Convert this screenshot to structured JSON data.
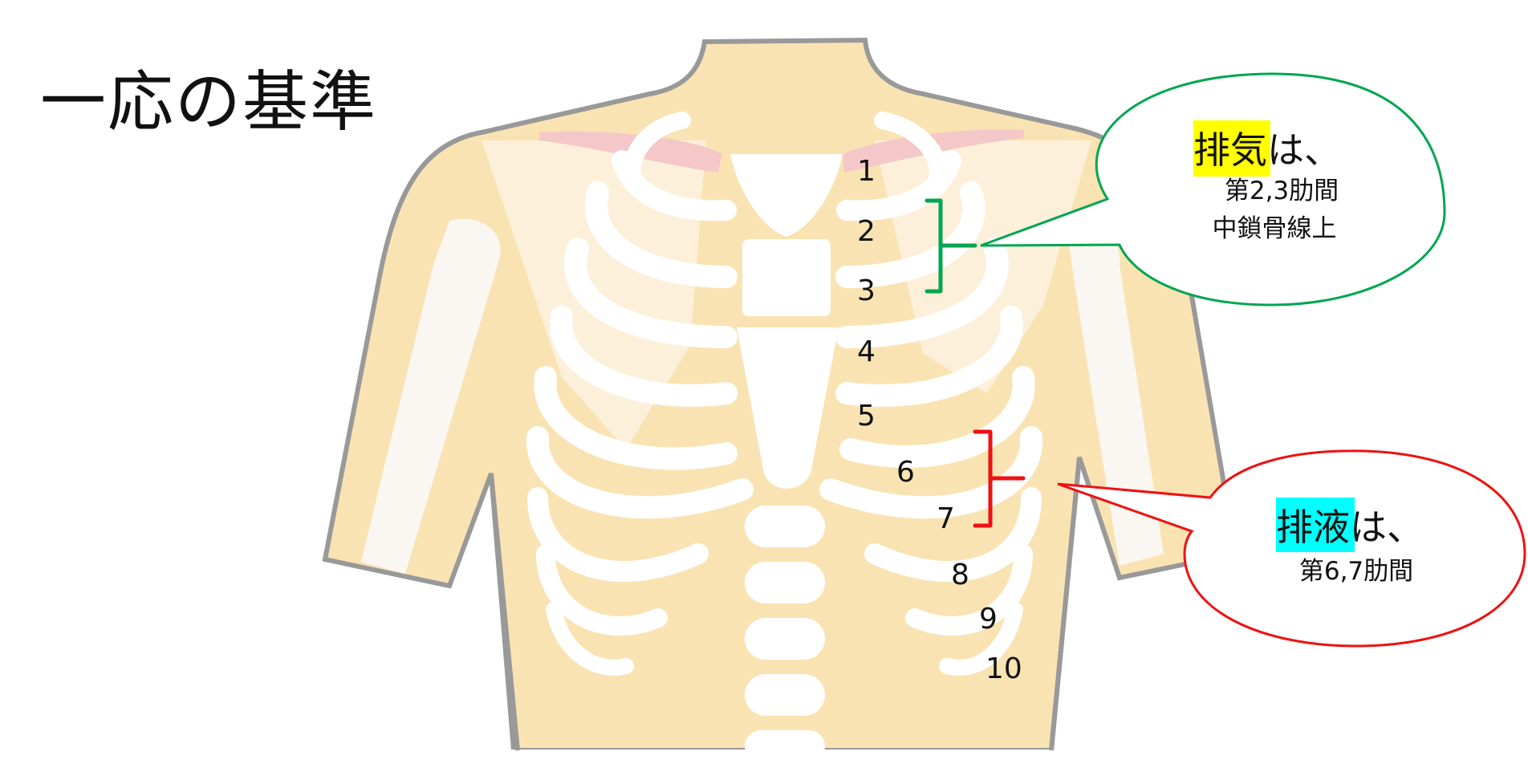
{
  "title": "一応の基準",
  "rib_numbers": [
    "1",
    "2",
    "3",
    "4",
    "5",
    "6",
    "7",
    "8",
    "9",
    "10"
  ],
  "callout_air": {
    "keyword": "排気",
    "suffix": "は、",
    "line1": "第2,3肋間",
    "line2": "中鎖骨線上",
    "highlight_color": "#ffff00",
    "border_color": "#00a651"
  },
  "callout_fluid": {
    "keyword": "排液",
    "suffix": "は、",
    "line1": "第6,7肋間",
    "highlight_color": "#00ffff",
    "border_color": "#ee1111"
  },
  "colors": {
    "skin": "#fae3b3",
    "outline": "#999999",
    "bone": "#ffffff",
    "clavicle": "#f4c8c8"
  }
}
